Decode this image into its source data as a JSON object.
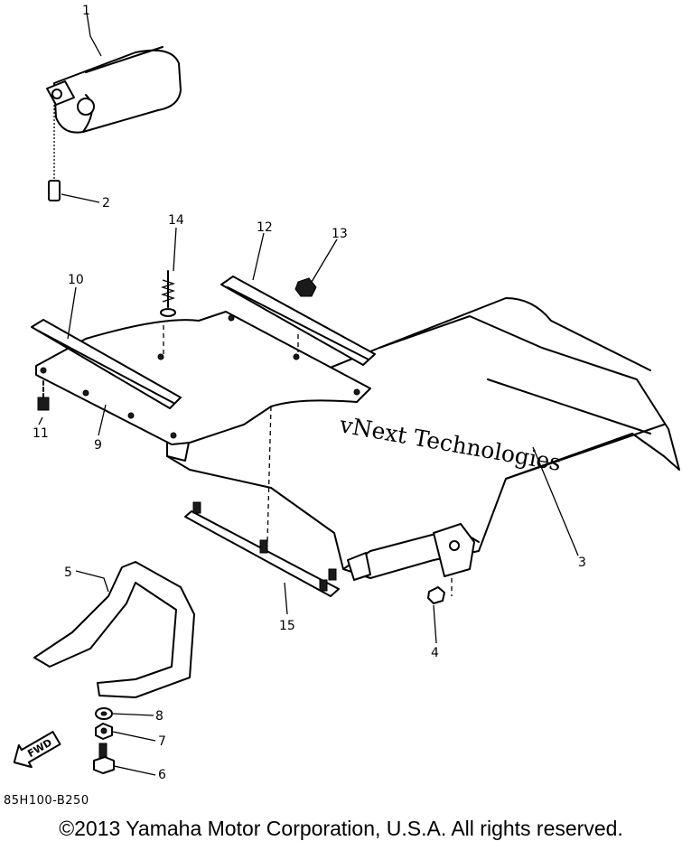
{
  "callouts": [
    "1",
    "2",
    "3",
    "4",
    "5",
    "6",
    "7",
    "8",
    "9",
    "10",
    "11",
    "12",
    "13",
    "14",
    "15"
  ],
  "watermark": {
    "primary": "vNext Technologies",
    "outline_line1": "vNext",
    "outline_line2": "Technologies"
  },
  "fwd_arrow_label": "FWD",
  "drawing_code": "85H100-B250",
  "copyright": "©2013 Yamaha Motor Corporation, U.S.A. All rights reserved.",
  "colors": {
    "ink": "#000000",
    "background": "#ffffff",
    "watermark_outline": "#c9c9c9"
  }
}
